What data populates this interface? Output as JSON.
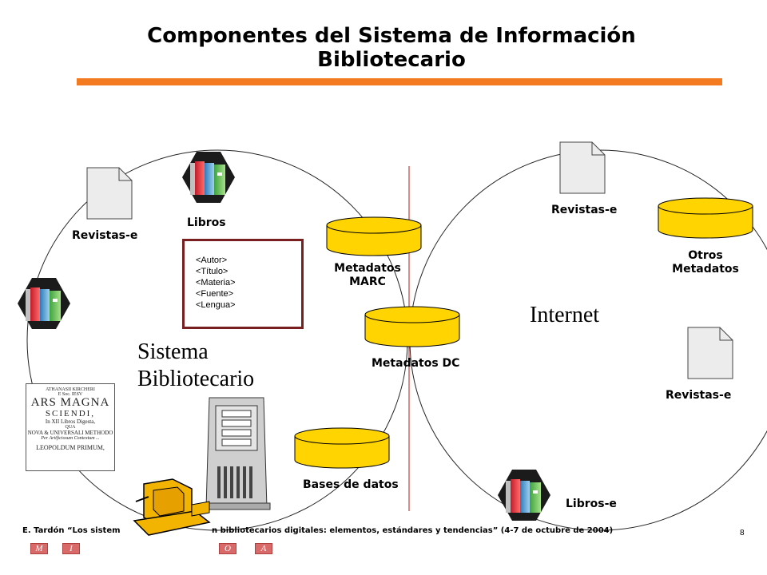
{
  "title_line1": "Componentes del Sistema de Información",
  "title_line2": "Bibliotecario",
  "labels": {
    "revistas_left": "Revistas-e",
    "libros": "Libros",
    "metadatos_marc_1": "Metadatos",
    "metadatos_marc_2": "MARC",
    "metadatos_dc": "Metadatos DC",
    "bases_datos": "Bases de datos",
    "revistas_right_top": "Revistas-e",
    "otros_1": "Otros",
    "otros_2": "Metadatos",
    "revistas_right_bottom": "Revistas-e",
    "libros_e": "Libros-e",
    "internet": "Internet",
    "sistema_1": "Sistema",
    "sistema_2": "Bibliotecario"
  },
  "metadata_fields": [
    "<Autor>",
    "<Título>",
    "<Materia>",
    "<Fuente>",
    "<Lengua>"
  ],
  "book_cover": {
    "line1": "ATHANASII KIRCHERI",
    "line2": "E Soc. IESV",
    "line3": "ARS MAGNA",
    "line4": "SCIENDI,",
    "line5": "In XII Libros Digesta,",
    "line6": "QUA",
    "line7": "NOVA & UNIVERSALI METHODO",
    "line8": "Per Artificiosum Contextum ...",
    "line9": "LEOPOLDUM PRIMUM,"
  },
  "footer": {
    "left": "E. Tardón   “Los sistem",
    "right": "n bibliotecarios digitales: elementos, estándares y tendencias” (4-7 de octubre de 2004)",
    "page": "8"
  },
  "nav": {
    "m": "M",
    "i": "I",
    "o": "O",
    "a": "A"
  },
  "colors": {
    "accent_rule": "#f47a20",
    "cylinder": "#ffd400",
    "divider": "#b01818",
    "box_border": "#7a1f1f",
    "nav_button": "#d86a6a"
  },
  "icons": [
    "document-icon",
    "books-icon",
    "database-icon",
    "server-tower-icon",
    "computer-icon"
  ]
}
